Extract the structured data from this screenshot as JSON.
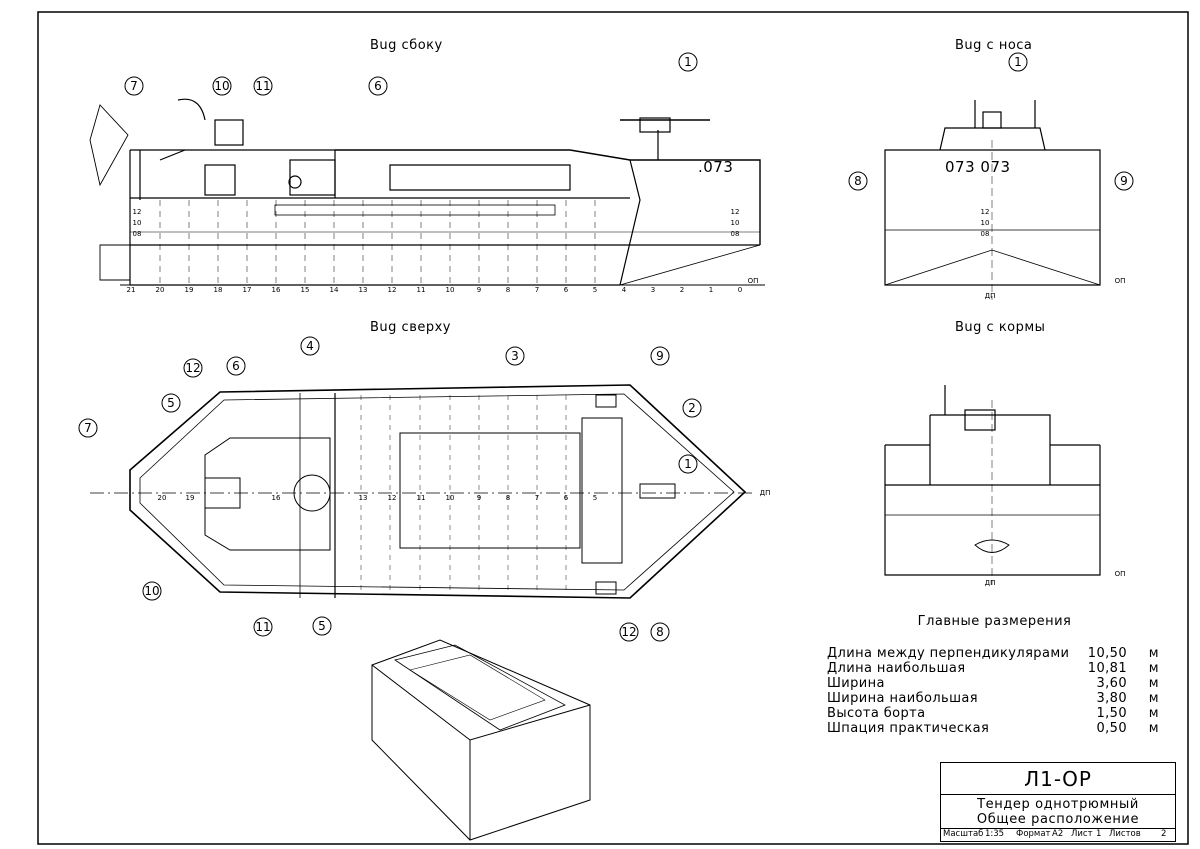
{
  "views": {
    "side": "Вug сбоку",
    "bow": "Вug с носа",
    "top": "Вug сверху",
    "stern": "Вug с кормы"
  },
  "hull_number": ".073",
  "hull_number_bow": "073 073",
  "side_frames": [
    "21",
    "20",
    "19",
    "18",
    "17",
    "16",
    "15",
    "14",
    "13",
    "12",
    "11",
    "10",
    "9",
    "8",
    "7",
    "6",
    "5",
    "4",
    "3",
    "2",
    "1",
    "0"
  ],
  "top_frames": [
    "20",
    "19",
    "16",
    "13",
    "12",
    "11",
    "10",
    "9",
    "8",
    "7",
    "6",
    "5"
  ],
  "waterlines": [
    "12",
    "10",
    "08"
  ],
  "axis_labels": {
    "op": "ОП",
    "dp": "ДП"
  },
  "callouts": {
    "side": [
      "7",
      "10",
      "11",
      "6",
      "1"
    ],
    "bow": [
      "1",
      "8",
      "9"
    ],
    "top": [
      "12",
      "6",
      "4",
      "3",
      "9",
      "2",
      "1",
      "8",
      "12",
      "5",
      "11",
      "10",
      "7",
      "5"
    ]
  },
  "main_dimensions": {
    "title": "Главные размерения",
    "rows": [
      {
        "name": "Длина между перпендикулярами",
        "value": "10,50",
        "unit": "м"
      },
      {
        "name": "Длина наибольшая",
        "value": "10,81",
        "unit": "м"
      },
      {
        "name": "Ширина",
        "value": "3,60",
        "unit": "м"
      },
      {
        "name": "Ширина наибольшая",
        "value": "3,80",
        "unit": "м"
      },
      {
        "name": "Высота борта",
        "value": "1,50",
        "unit": "м"
      },
      {
        "name": "Шпация практическая",
        "value": "0,50",
        "unit": "м"
      }
    ]
  },
  "title_block": {
    "code": "Л1-ОР",
    "name_line1": "Тендер однотрюмный",
    "name_line2": "Общее расположение",
    "scale_label": "Масштаб",
    "scale": "1:35",
    "format_label": "Формат",
    "format": "А2",
    "sheet_label": "Лист",
    "sheet": "1",
    "sheets_label": "Листов",
    "sheets": "2"
  }
}
